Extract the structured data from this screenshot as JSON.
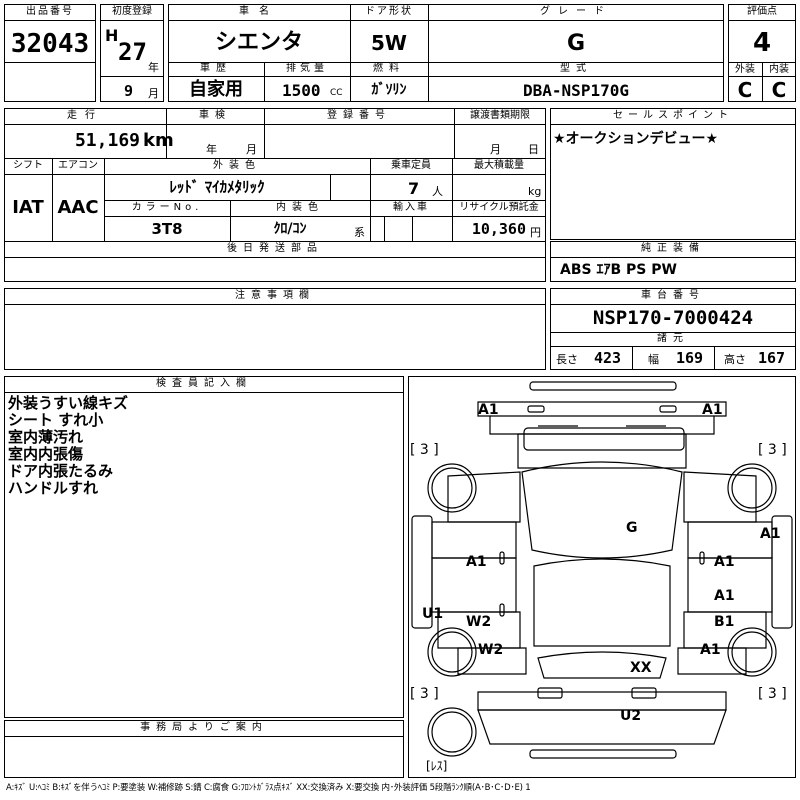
{
  "header": {
    "lot_label": "出品番号",
    "lot_number": "32043",
    "first_reg_label": "初度登録",
    "era": "H",
    "year": "27",
    "year_unit": "年",
    "month": "9",
    "month_unit": "月",
    "car_name_label": "車名",
    "car_name": "シエンタ",
    "door_label": "ドア形状",
    "door": "5W",
    "grade_label": "グレード",
    "grade": "G",
    "score_label": "評価点",
    "score": "4",
    "history_label": "車歴",
    "history": "自家用",
    "displacement_label": "排気量",
    "displacement": "1500",
    "displacement_unit": "CC",
    "fuel_label": "燃料",
    "fuel": "ｶﾞｿﾘﾝ",
    "model_label": "型式",
    "model": "DBA-NSP170G",
    "exterior_label": "外装",
    "exterior_grade": "C",
    "interior_label": "内装",
    "interior_grade": "C"
  },
  "row2": {
    "mileage_label": "走行",
    "mileage": "51,169",
    "mileage_unit": "km",
    "inspection_label": "車検",
    "inspection_year_unit": "年",
    "inspection_month_unit": "月",
    "reg_number_label": "登録番号",
    "transfer_label": "譲渡書類期限",
    "transfer_month_unit": "月",
    "transfer_day_unit": "日",
    "sales_point_label": "セールスポイント",
    "sales_point": "★オークションデビュー★",
    "shift_label": "シフト",
    "shift": "IAT",
    "ac_label": "エアコン",
    "ac": "AAC",
    "ext_color_label": "外装色",
    "ext_color": "ﾚｯﾄﾞ ﾏｲｶﾒﾀﾘｯｸ",
    "capacity_label": "乗車定員",
    "capacity": "7",
    "capacity_unit": "人",
    "max_load_label": "最大積載量",
    "max_load_unit": "kg",
    "color_no_label": "カラーNo.",
    "color_no": "3T8",
    "int_color_label": "内装色",
    "int_color": "ｸﾛ/ｺﾝ",
    "int_color_unit": "系",
    "import_label": "輸入車",
    "recycle_label": "リサイクル預託金",
    "recycle": "10,360",
    "recycle_unit": "円",
    "later_parts_label": "後日発送部品",
    "equipment_label": "純正装備",
    "equipment": "ABS ｴｱB PS PW",
    "notes_label": "注意事項欄",
    "chassis_label": "車台番号",
    "chassis": "NSP170-7000424",
    "dims_label": "諸元",
    "length_label": "長さ",
    "length": "423",
    "width_label": "幅",
    "width": "169",
    "height_label": "高さ",
    "height": "167"
  },
  "inspector": {
    "label": "検査員記入欄",
    "lines": [
      "外装うすい線キズ",
      "シート すれ小",
      "室内薄汚れ",
      "室内内張傷",
      "ドア内張たるみ",
      "ハンドルすれ"
    ]
  },
  "office": {
    "label": "事務局よりご案内"
  },
  "diagram": {
    "marks": [
      "A1",
      "A1",
      "[ 3 ]",
      "[ 3 ]",
      "A1",
      "G",
      "A1",
      "A1",
      "U1",
      "W2",
      "A1",
      "B1",
      "W2",
      "A1",
      "XX",
      "[ 3 ]",
      "[ 3 ]",
      "U2",
      "[ﾚｽ]"
    ]
  },
  "legend": "A:ｷｽﾞ U:ﾍｺﾐ B:ｷｽﾞを伴うﾍｺﾐ P:要塗装 W:補修跡 S:錆 C:腐食 G:ﾌﾛﾝﾄｶﾞﾗｽ点ｷｽﾞ XX:交換済み X:要交換 内･外装評価 5段階ﾗﾝｸ順(A･B･C･D･E) 1"
}
